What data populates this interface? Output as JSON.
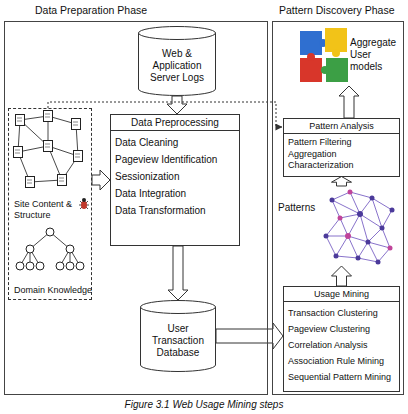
{
  "diagram": {
    "caption": "Figure 3.1 Web Usage Mining steps",
    "nodes": [
      {
        "text": [
          "Data Preparation Phase"
        ]
      },
      {
        "text": [
          "Web & Application Server Logs"
        ],
        "in": 0
      },
      {
        "text": [
          "Site Content & Structure",
          "Domain Knowledge"
        ],
        "in": 0
      },
      {
        "text": [
          "Data Preprocessing",
          "Data Cleaning",
          "Pageview Identification",
          "Sessionization",
          "Data Integration",
          "Data Transformation"
        ],
        "in": 0
      },
      {
        "text": [
          "User Transaction Database"
        ],
        "in": 0
      },
      {
        "text": [
          "Pattern Discovery Phase"
        ]
      },
      {
        "text": [
          "Aggregate User models"
        ],
        "in": 5
      },
      {
        "text": [
          "Pattern Analysis",
          "Pattern Filtering",
          "Aggregation",
          "Characterization"
        ],
        "in": 5
      },
      {
        "text": [
          "Patterns"
        ],
        "in": 5
      },
      {
        "text": [
          "Usage Mining",
          "Transaction Clustering",
          "Pageview Clustering",
          "Correlation Analysis",
          "Association Rule Mining",
          "Sequential Pattern Mining"
        ],
        "in": 5
      }
    ],
    "edges": [
      {
        "from": 1,
        "to": 3,
        "arrow": "to"
      },
      {
        "from": 2,
        "to": 3,
        "arrow": "to"
      },
      {
        "from": 3,
        "to": 4,
        "arrow": "to"
      },
      {
        "from": 4,
        "to": 9,
        "arrow": "to"
      },
      {
        "from": 9,
        "to": 8,
        "arrow": "to"
      },
      {
        "from": 8,
        "to": 7,
        "arrow": "to"
      },
      {
        "from": 7,
        "to": 6,
        "arrow": "to"
      },
      {
        "from": 2,
        "to": 7,
        "arrow": "to"
      }
    ]
  }
}
